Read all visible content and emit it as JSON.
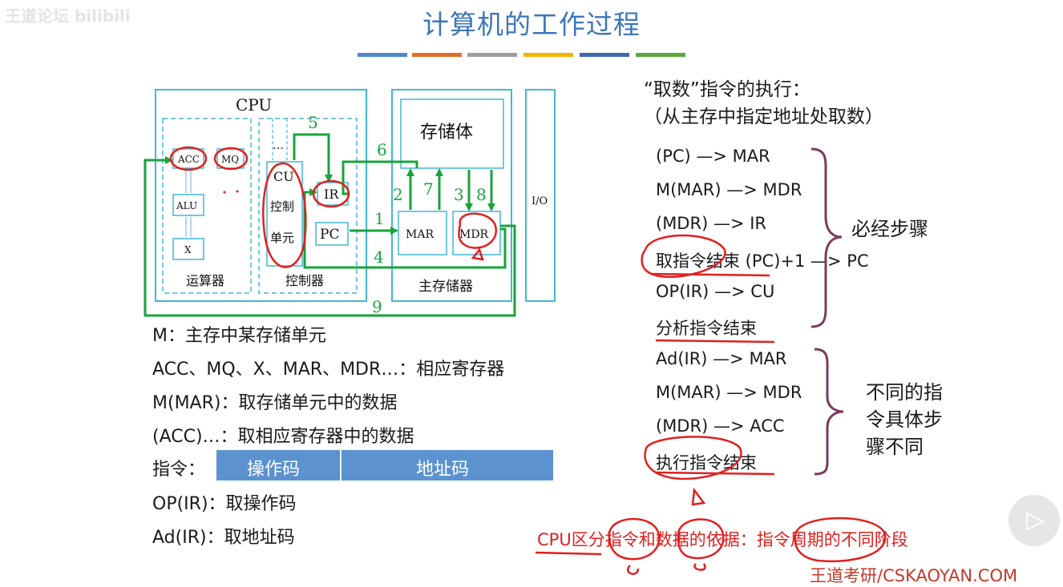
{
  "watermark": "王道论坛 bilibili",
  "title": "计算机的工作过程",
  "colors": {
    "title_blue": "#3d76b8",
    "bars": [
      "#4e8ac8",
      "#e36f28",
      "#9e9e9e",
      "#f0b400",
      "#3f69b0",
      "#5aa83e"
    ],
    "diagram_border": "#41b7d6",
    "green_path": "#17a33b",
    "annotation_red": "#e02020",
    "brace_purple": "#7a3b5e",
    "opbar_blue": "#5b92cf"
  },
  "diagram": {
    "cpu": "CPU",
    "acc": "ACC",
    "mq": "MQ",
    "alu": "ALU",
    "x": "X",
    "alu_unit": "运算器",
    "dots": "…",
    "cu": "CU",
    "cu_ctrl": "控制",
    "cu_unit": "单元",
    "ir": "IR",
    "pc": "PC",
    "controller": "控制器",
    "memory_body": "存储体",
    "mar": "MAR",
    "mdr": "MDR",
    "main_memory": "主存储器",
    "io": "I/O",
    "steps": {
      "s1": "1",
      "s2": "2",
      "s3": "3",
      "s4": "4",
      "s5": "5",
      "s6": "6",
      "s7": "7",
      "s8": "8",
      "s9": "9"
    }
  },
  "legend": {
    "m": "M：主存中某存储单元",
    "regs": "ACC、MQ、X、MAR、MDR…：相应寄存器",
    "mmar": "M(MAR)：取存储单元中的数据",
    "acc": "(ACC)…：取相应寄存器中的数据",
    "instr_label": "指令：",
    "opcode": "操作码",
    "address": "地址码",
    "op_ir": "OP(IR)：取操作码",
    "ad_ir": "Ad(IR)：取地址码"
  },
  "right": {
    "heading1": "“取数”指令的执行：",
    "heading2": "（从主存中指定地址处取数）",
    "steps": [
      "(PC) —> MAR",
      "M(MAR) —> MDR",
      "(MDR) —> IR",
      "取指令结束 (PC)+1 —> PC",
      "OP(IR) —> CU",
      "分析指令结束",
      "Ad(IR) —> MAR",
      "M(MAR) —> MDR",
      "(MDR) —> ACC",
      "执行指令结束"
    ],
    "group1": "必经步骤",
    "group2_l1": "不同的指",
    "group2_l2": "令具体步",
    "group2_l3": "骤不同"
  },
  "bottom_note": "CPU区分指令和数据的依据：指令周期的不同阶段",
  "footer": "王道考研/CSKAOYAN.COM"
}
